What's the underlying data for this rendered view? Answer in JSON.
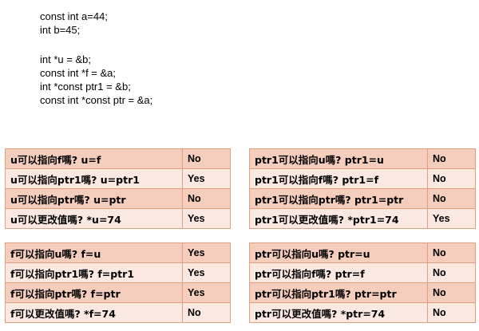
{
  "code": [
    "const int a=44;",
    "int b=45;",
    "",
    "int *u = &b;",
    "const int *f = &a;",
    "int *const ptr1 = &b;",
    "const int *const ptr = &a;"
  ],
  "tables": [
    {
      "rows": [
        {
          "q": "u可以指向f嗎? u=f",
          "a": "No"
        },
        {
          "q": "u可以指向ptr1嗎? u=ptr1",
          "a": "Yes"
        },
        {
          "q": "u可以指向ptr嗎? u=ptr",
          "a": "No"
        },
        {
          "q": "u可以更改值嗎? *u=74",
          "a": "Yes"
        }
      ]
    },
    {
      "rows": [
        {
          "q": "ptr1可以指向u嗎? ptr1=u",
          "a": "No"
        },
        {
          "q": "ptr1可以指向f嗎? ptr1=f",
          "a": "No"
        },
        {
          "q": "ptr1可以指向ptr嗎? ptr1=ptr",
          "a": "No"
        },
        {
          "q": "ptr1可以更改值嗎? *ptr1=74",
          "a": "Yes"
        }
      ]
    },
    {
      "rows": [
        {
          "q": "f可以指向u嗎? f=u",
          "a": "Yes"
        },
        {
          "q": "f可以指向ptr1嗎? f=ptr1",
          "a": "Yes"
        },
        {
          "q": "f可以指向ptr嗎? f=ptr",
          "a": "Yes"
        },
        {
          "q": "f可以更改值嗎? *f=74",
          "a": "No"
        }
      ]
    },
    {
      "rows": [
        {
          "q": "ptr可以指向u嗎? ptr=u",
          "a": "No"
        },
        {
          "q": "ptr可以指向f嗎? ptr=f",
          "a": "No"
        },
        {
          "q": "ptr可以指向ptr1嗎? ptr=ptr",
          "a": "No"
        },
        {
          "q": "ptr可以更改值嗎? *ptr=74",
          "a": "No"
        }
      ]
    }
  ],
  "colors": {
    "row_dark": "#f4cdbd",
    "row_light": "#fbe8e1",
    "border": "#e0a080"
  }
}
